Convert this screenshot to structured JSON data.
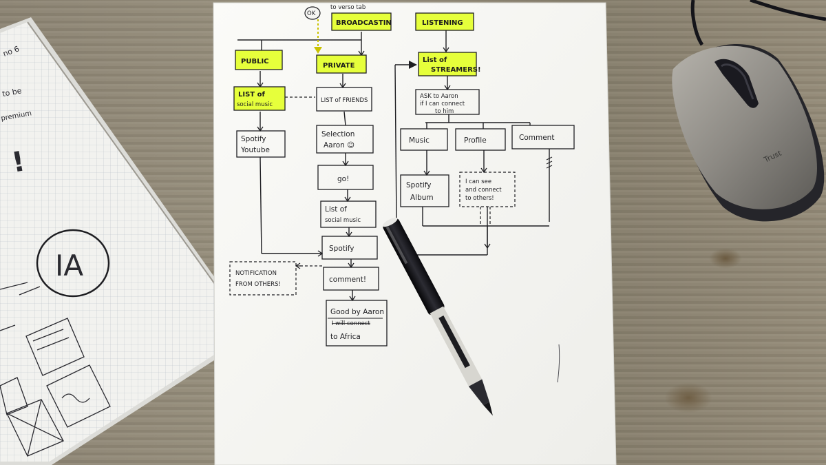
{
  "annotation_top": "to verso tab",
  "ok_badge": "OK",
  "headers": {
    "broadcasting": "BROADCASTIN",
    "listening": "LISTENING",
    "public": "PUBLIC",
    "private": "PRIVATE",
    "list_streamers": [
      "List of",
      "STREAMERS!"
    ],
    "list_social_music": [
      "LIST of",
      "social music"
    ]
  },
  "boxes": {
    "list_friends": "LIST of FRIENDS",
    "spotify_youtube": [
      "Spotify",
      "Youtube"
    ],
    "selection_aaron": [
      "Selection",
      "Aaron ☺"
    ],
    "go": "go!",
    "list_social_music_2": [
      "List of",
      "social music"
    ],
    "spotify": "Spotify",
    "comment": "comment!",
    "goodbye": [
      "Good by Aaron",
      "I will connect",
      "to Africa"
    ],
    "notification": [
      "NOTIFICATION",
      "FROM OTHERS!"
    ],
    "ask_aaron": [
      "ASK to Aaron",
      "if I can connect",
      "to him"
    ],
    "music": "Music",
    "profile": "Profile",
    "comment_right": "Comment",
    "spotify_album": [
      "Spotify",
      "Album"
    ],
    "i_can_see": [
      "I can see",
      "and connect",
      "to others!"
    ]
  },
  "notebook": {
    "big_label": "IA",
    "margin_notes": [
      "no 6",
      "to be",
      "premium",
      "!"
    ]
  },
  "colors": {
    "highlighter": "#e6ff3b",
    "ink": "#1e1e22",
    "paper": "#f7f7f4",
    "desk": "#8c8473",
    "pen_body": "#16161a",
    "pen_cap": "#d7d6d0",
    "mouse_shell": "#8d8a84",
    "mouse_base": "#25252a"
  },
  "icons": [
    "pen-icon",
    "mouse-icon",
    "notebook-icon"
  ]
}
